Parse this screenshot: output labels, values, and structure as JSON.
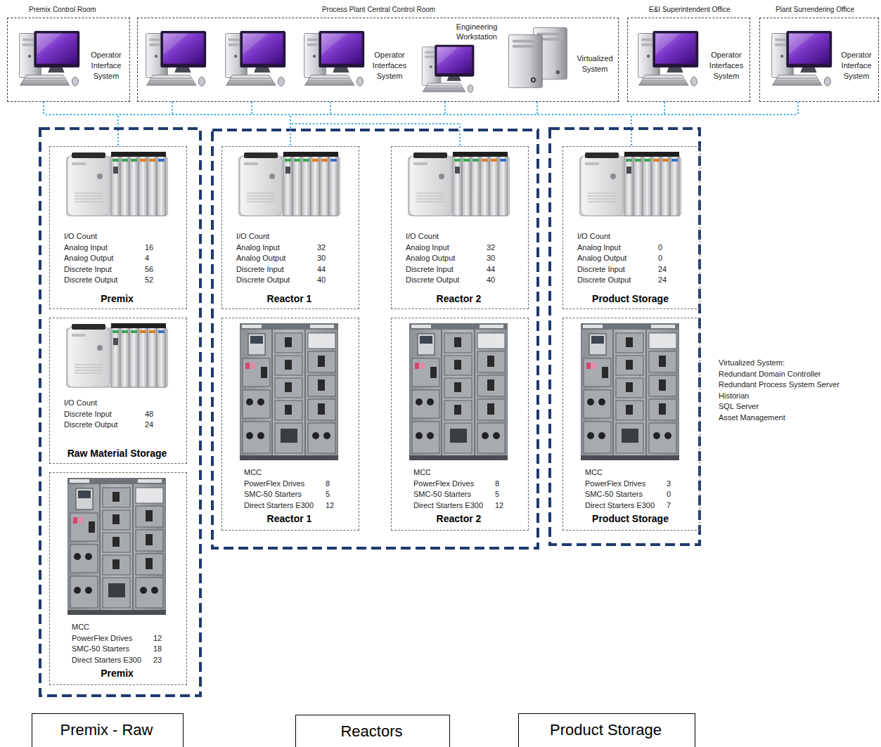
{
  "diagram": {
    "nodes": [
      {
        "text": [
          "Premix Control Room",
          "Operator Interface System"
        ]
      },
      {
        "text": [
          "Process Plant Central Control Room",
          "Operator Interfaces System",
          "Engineering Workstation",
          "Virtualized System"
        ]
      },
      {
        "text": [
          "E&I Superintendent Office",
          "Operator Interfaces System"
        ]
      },
      {
        "text": [
          "Plant Surrendering Office",
          "Operator Interface System"
        ]
      },
      {
        "text": [
          "I/O Count",
          "Analog Input",
          "16",
          "Analog Output",
          "4",
          "Discrete Input",
          "56",
          "Discrete Output",
          "52",
          "Premix"
        ]
      },
      {
        "text": [
          "I/O Count",
          "Analog Input",
          "32",
          "Analog Output",
          "30",
          "Discrete Input",
          "44",
          "Discrete Output",
          "40",
          "Reactor 1"
        ]
      },
      {
        "text": [
          "I/O Count",
          "Analog Input",
          "32",
          "Analog Output",
          "30",
          "Discrete Input",
          "44",
          "Discrete Output",
          "40",
          "Reactor 2"
        ]
      },
      {
        "text": [
          "I/O Count",
          "Analog Input",
          "0",
          "Analog Output",
          "0",
          "Discrete Input",
          "24",
          "Discrete Output",
          "24",
          "Product Storage"
        ]
      },
      {
        "text": [
          "I/O Count",
          "Discrete Input",
          "48",
          "Discrete Output",
          "24",
          "Raw Material Storage"
        ]
      },
      {
        "text": [
          "MCC",
          "PowerFlex Drives",
          "8",
          "SMC-50 Starters",
          "5",
          "Direct Starters E300",
          "12",
          "Reactor 1"
        ]
      },
      {
        "text": [
          "MCC",
          "PowerFlex Drives",
          "8",
          "SMC-50 Starters",
          "5",
          "Direct Starters E300",
          "12",
          "Reactor 2"
        ]
      },
      {
        "text": [
          "MCC",
          "PowerFlex Drives",
          "3",
          "SMC-50 Starters",
          "0",
          "Direct Starters E300",
          "7",
          "Product Storage"
        ]
      },
      {
        "text": [
          "MCC",
          "PowerFlex Drives",
          "12",
          "SMC-50 Starters",
          "18",
          "Direct Starters E300",
          "23",
          "Premix"
        ]
      },
      {
        "text": [
          "Premix - Raw"
        ]
      },
      {
        "text": [
          "Reactors"
        ]
      },
      {
        "text": [
          "Product Storage"
        ]
      }
    ],
    "edges": [
      {
        "from": 0,
        "to": 4,
        "arrow": "none"
      },
      {
        "from": 0,
        "to": 5,
        "arrow": "none"
      },
      {
        "from": 0,
        "to": 6,
        "arrow": "none"
      },
      {
        "from": 0,
        "to": 7,
        "arrow": "none"
      },
      {
        "from": 1,
        "to": 4,
        "arrow": "none"
      },
      {
        "from": 1,
        "to": 5,
        "arrow": "none"
      },
      {
        "from": 1,
        "to": 6,
        "arrow": "none"
      },
      {
        "from": 1,
        "to": 7,
        "arrow": "none"
      },
      {
        "from": 2,
        "to": 4,
        "arrow": "none"
      },
      {
        "from": 2,
        "to": 5,
        "arrow": "none"
      },
      {
        "from": 2,
        "to": 6,
        "arrow": "none"
      },
      {
        "from": 2,
        "to": 7,
        "arrow": "none"
      },
      {
        "from": 3,
        "to": 4,
        "arrow": "none"
      },
      {
        "from": 3,
        "to": 5,
        "arrow": "none"
      },
      {
        "from": 3,
        "to": 6,
        "arrow": "none"
      },
      {
        "from": 3,
        "to": 7,
        "arrow": "none"
      }
    ],
    "labels": [
      "Virtualized System:",
      "Redundant Domain Controller",
      "Redundant Process System Server",
      "Historian",
      "SQL Server",
      "Asset Management"
    ]
  }
}
